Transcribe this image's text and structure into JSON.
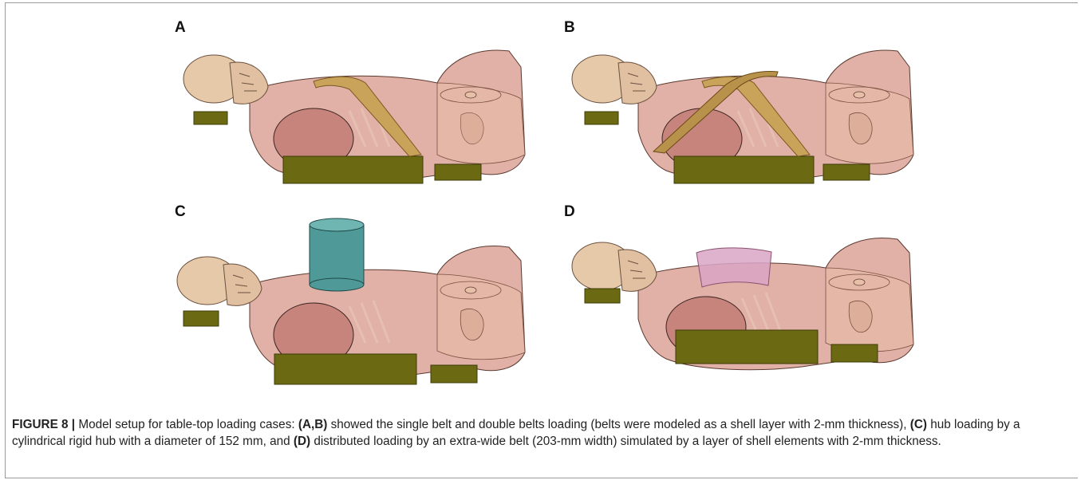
{
  "panels": [
    {
      "id": "A",
      "label": "A",
      "loading": "single-belt"
    },
    {
      "id": "B",
      "label": "B",
      "loading": "double-belt"
    },
    {
      "id": "C",
      "label": "C",
      "loading": "hub"
    },
    {
      "id": "D",
      "label": "D",
      "loading": "distributed"
    }
  ],
  "caption": {
    "figure_label": "FIGURE 8 |",
    "t1": " Model setup for table-top loading cases: ",
    "b1": "(A,B)",
    "t2": " showed the single belt and double belts loading (belts were modeled as a shell layer with 2-mm thickness), ",
    "b2": "(C)",
    "t3": " hub loading by a cylindrical rigid hub with a diameter of 152 mm, and ",
    "b3": "(D)",
    "t4": " distributed loading by an extra-wide belt (203-mm width) simulated by a layer of shell elements with 2-mm thickness."
  },
  "colors": {
    "skin": "#e8c0a8",
    "torso": "#c9705f",
    "head": "#e6c9a8",
    "support": "#6b6a12",
    "belt": "#c9a35a",
    "hub": "#4f9a98",
    "wide_belt": "#d9a6c4"
  }
}
